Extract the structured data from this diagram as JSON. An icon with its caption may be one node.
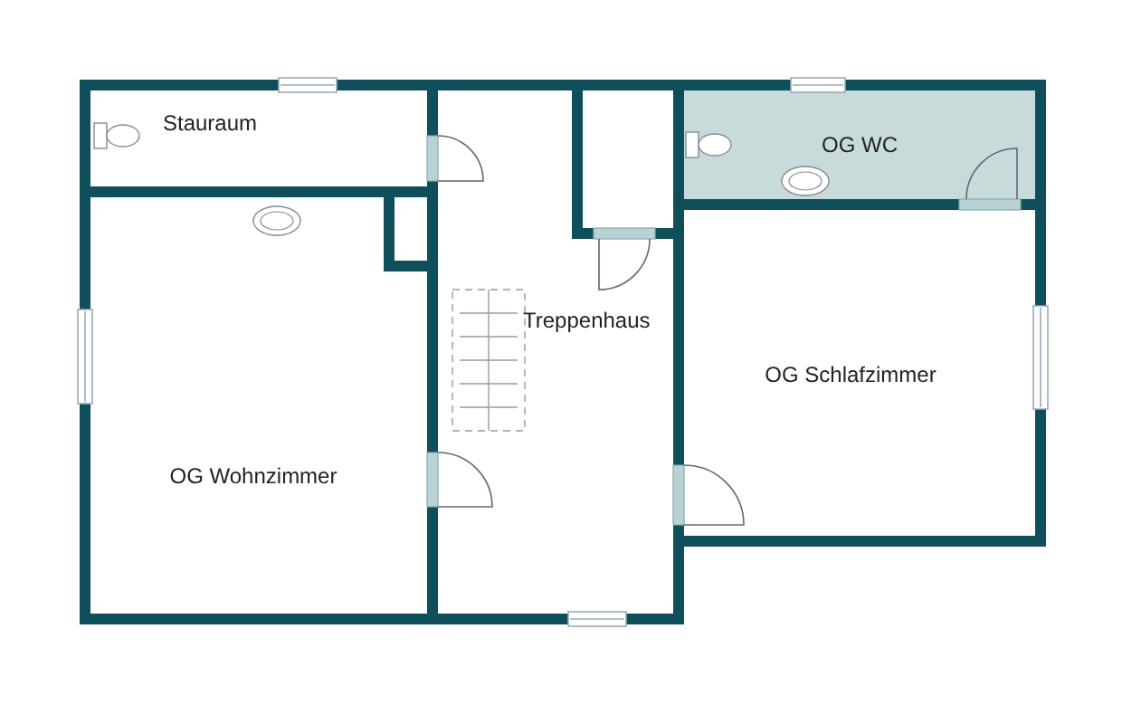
{
  "diagram": {
    "nodes": [
      {
        "text": [
          "Stauraum"
        ]
      },
      {
        "text": [
          "OG WC"
        ]
      },
      {
        "text": [
          "Treppenhaus"
        ]
      },
      {
        "text": [
          "OG Schlafzimmer"
        ]
      },
      {
        "text": [
          "OG Wohnzimmer"
        ]
      }
    ]
  }
}
